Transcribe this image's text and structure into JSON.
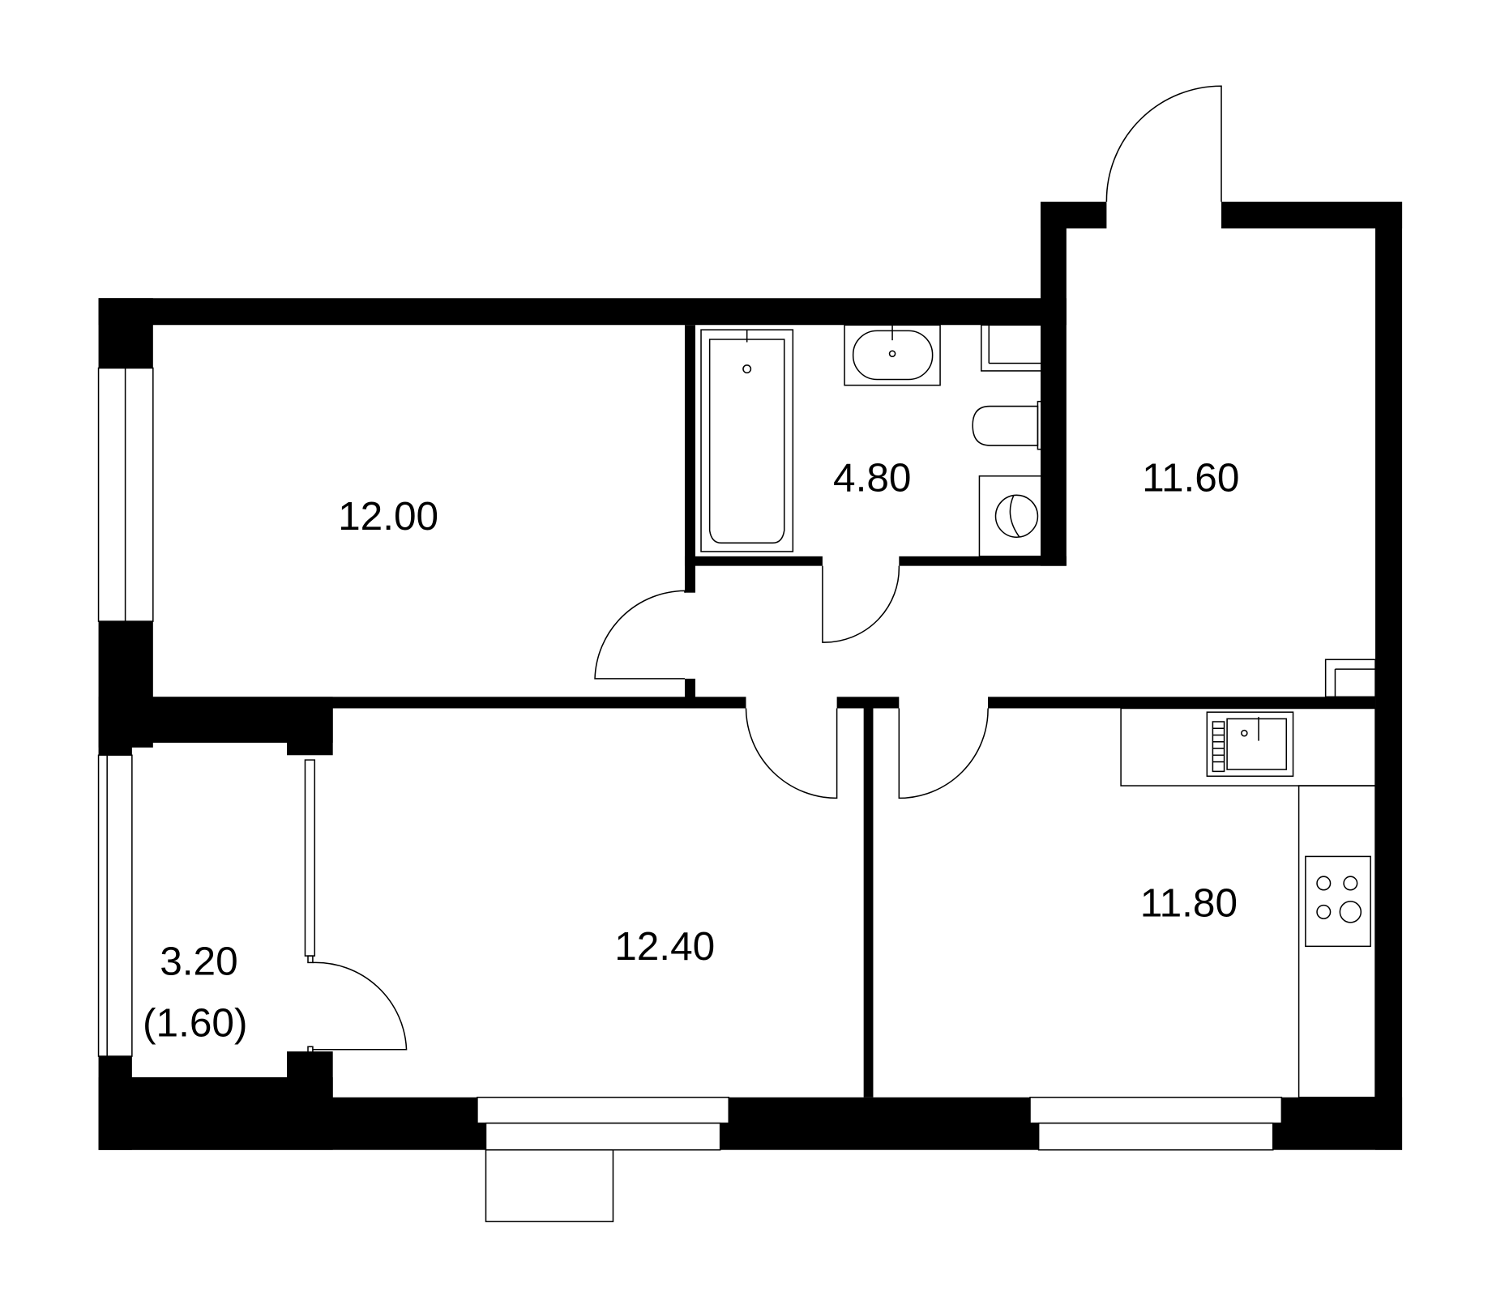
{
  "rooms": {
    "bedroom_1": {
      "area": "12.00"
    },
    "bathroom": {
      "area": "4.80"
    },
    "hallway": {
      "area": "11.60"
    },
    "bedroom_2": {
      "area": "12.40"
    },
    "kitchen": {
      "area": "11.80"
    },
    "balcony": {
      "area": "3.20",
      "reduced_area": "(1.60)"
    }
  },
  "colors": {
    "wall": "#000000",
    "background": "#ffffff"
  }
}
